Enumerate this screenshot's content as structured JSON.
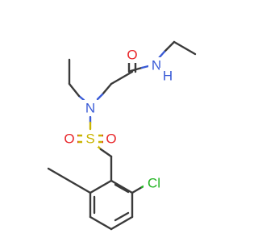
{
  "molecule": {
    "atoms": {
      "amide_o": "O",
      "amide_n": "N",
      "amide_h": "H",
      "sulfonamide_n": "N",
      "sulfur": "S",
      "sulfonyl_o_left": "O",
      "sulfonyl_o_right": "O",
      "chlorine": "Cl"
    },
    "colors": {
      "carbon_bond": "#3a3a3a",
      "oxygen": "#e8262a",
      "nitrogen": "#3a5bd6",
      "sulfur": "#c9b400",
      "chlorine": "#22b422"
    }
  }
}
